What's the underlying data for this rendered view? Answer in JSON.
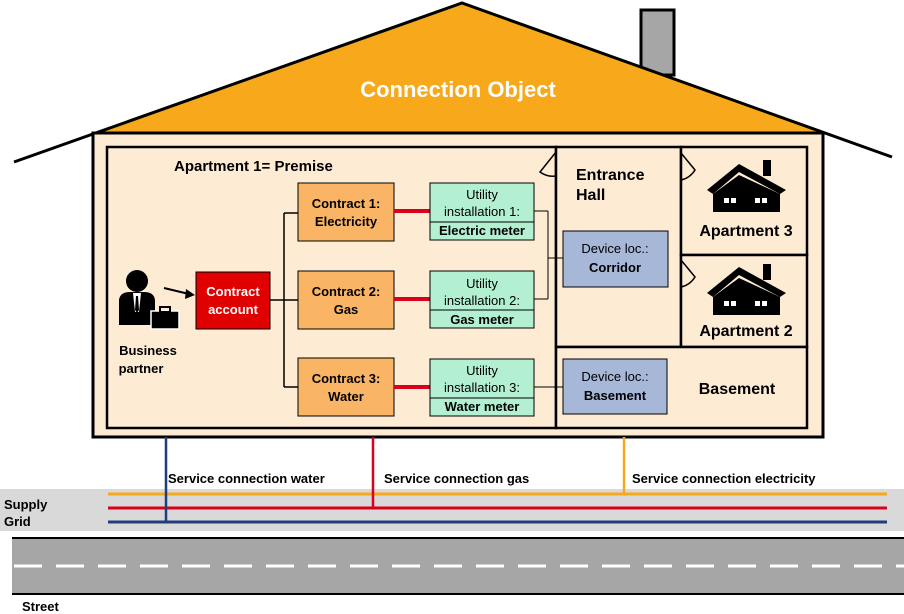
{
  "title": "Connection Object",
  "premise_label": "Apartment 1= Premise",
  "business_partner": {
    "line1": "Business",
    "line2": "partner"
  },
  "contract_account": {
    "line1": "Contract",
    "line2": "account"
  },
  "contracts": [
    {
      "line1": "Contract 1:",
      "line2": "Electricity"
    },
    {
      "line1": "Contract 2:",
      "line2": "Gas"
    },
    {
      "line1": "Contract 3:",
      "line2": "Water"
    }
  ],
  "installations": [
    {
      "line1": "Utility",
      "line2": "installation 1:",
      "meter": "Electric meter"
    },
    {
      "line1": "Utility",
      "line2": "installation 2:",
      "meter": "Gas meter"
    },
    {
      "line1": "Utility",
      "line2": "installation 3:",
      "meter": "Water meter"
    }
  ],
  "device_corridor": {
    "line1": "Device loc.:",
    "line2": "Corridor"
  },
  "device_basement": {
    "line1": "Device loc.:",
    "line2": "Basement"
  },
  "entrance_hall": {
    "line1": "Entrance",
    "line2": "Hall"
  },
  "apartment3": "Apartment 3",
  "apartment2": "Apartment 2",
  "basement": "Basement",
  "service_water": "Service connection water",
  "service_gas": "Service connection gas",
  "service_electricity": "Service connection electricity",
  "supply_grid": {
    "line1": "Supply",
    "line2": "Grid"
  },
  "street": "Street",
  "colors": {
    "roof": "#f7a81b",
    "house_fill": "#fdebd3",
    "contract_fill": "#f9b565",
    "contract_account_fill": "#e00000",
    "installation_fill": "#b3f0d2",
    "device_fill": "#a6b7d8",
    "water_line": "#1f3f7a",
    "gas_line": "#d9001b",
    "electricity_line": "#f7a81b",
    "grid_band": "#d9d9d9",
    "road": "#a6a6a6"
  }
}
